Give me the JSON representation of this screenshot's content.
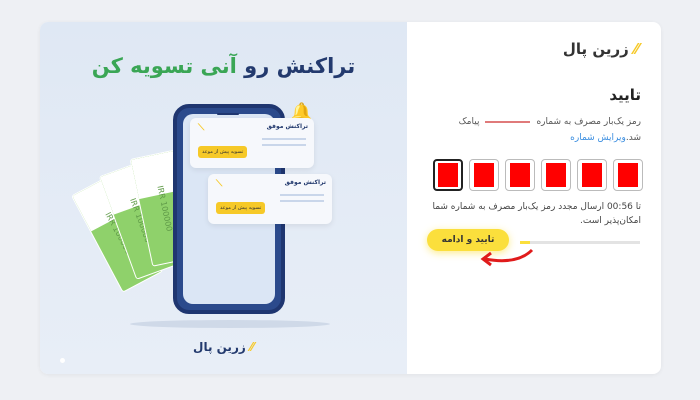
{
  "banner": {
    "title_part1": "تراکنش رو",
    "title_part2": "آنی تسویه کن",
    "notifications": [
      {
        "title": "تراکنش موفق",
        "button": "تسویه پیش از موعد"
      },
      {
        "title": "تراکنش موفق",
        "button": "تسویه پیش از موعد"
      }
    ],
    "bill_text": "IRR 100000",
    "logo": "زرین پال"
  },
  "logo": "زرین پال",
  "heading": "تایید",
  "description": {
    "before": "رمز یک‌بار مصرف به شماره",
    "after": "پیامک شد.",
    "edit_link": "ویرایش شماره"
  },
  "otp_digits": 6,
  "resend_text": "تا 00:56 ارسال مجدد رمز یک‌بار مصرف به شماره شما امکان‌پذیر است.",
  "submit_label": "تایید و ادامه",
  "timer_progress_percent": 8,
  "colors": {
    "accent": "#fbdf3c",
    "link": "#3b8ee0",
    "otp_fill": "#ff0000"
  }
}
